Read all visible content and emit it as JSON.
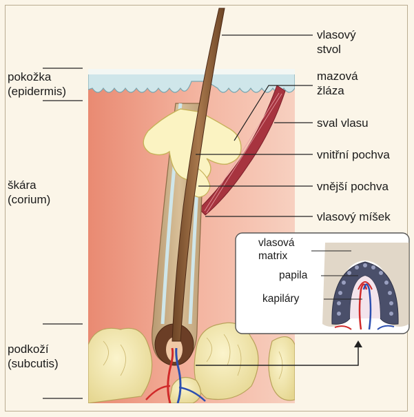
{
  "left_labels": {
    "epidermis": [
      "pokožka",
      "(epidermis)"
    ],
    "dermis": [
      "škára",
      "(corium)"
    ],
    "subcutis": [
      "podkoží",
      "(subcutis)"
    ]
  },
  "right_labels": {
    "shaft": [
      "vlasový",
      "stvol"
    ],
    "sebaceous_gland": [
      "mazová",
      "žláza"
    ],
    "arrector_muscle": [
      "sval vlasu"
    ],
    "inner_sheath": [
      "vnitřní pochva"
    ],
    "outer_sheath": [
      "vnější pochva"
    ],
    "follicle": [
      "vlasový míšek"
    ]
  },
  "inset": {
    "matrix": [
      "vlasová",
      "matrix"
    ],
    "papilla": [
      "papila"
    ],
    "capillaries": [
      "kapiláry"
    ]
  },
  "colors": {
    "background": "#fbf5e8",
    "dermis": "#f2b29e",
    "epidermis": "#cfe6ea",
    "fat": "#f3eab8",
    "hair": "#8a5a36",
    "gland": "#fbf3c2",
    "muscle": "#a7343f",
    "artery": "#d02a2a",
    "vein": "#2c4fb0"
  }
}
